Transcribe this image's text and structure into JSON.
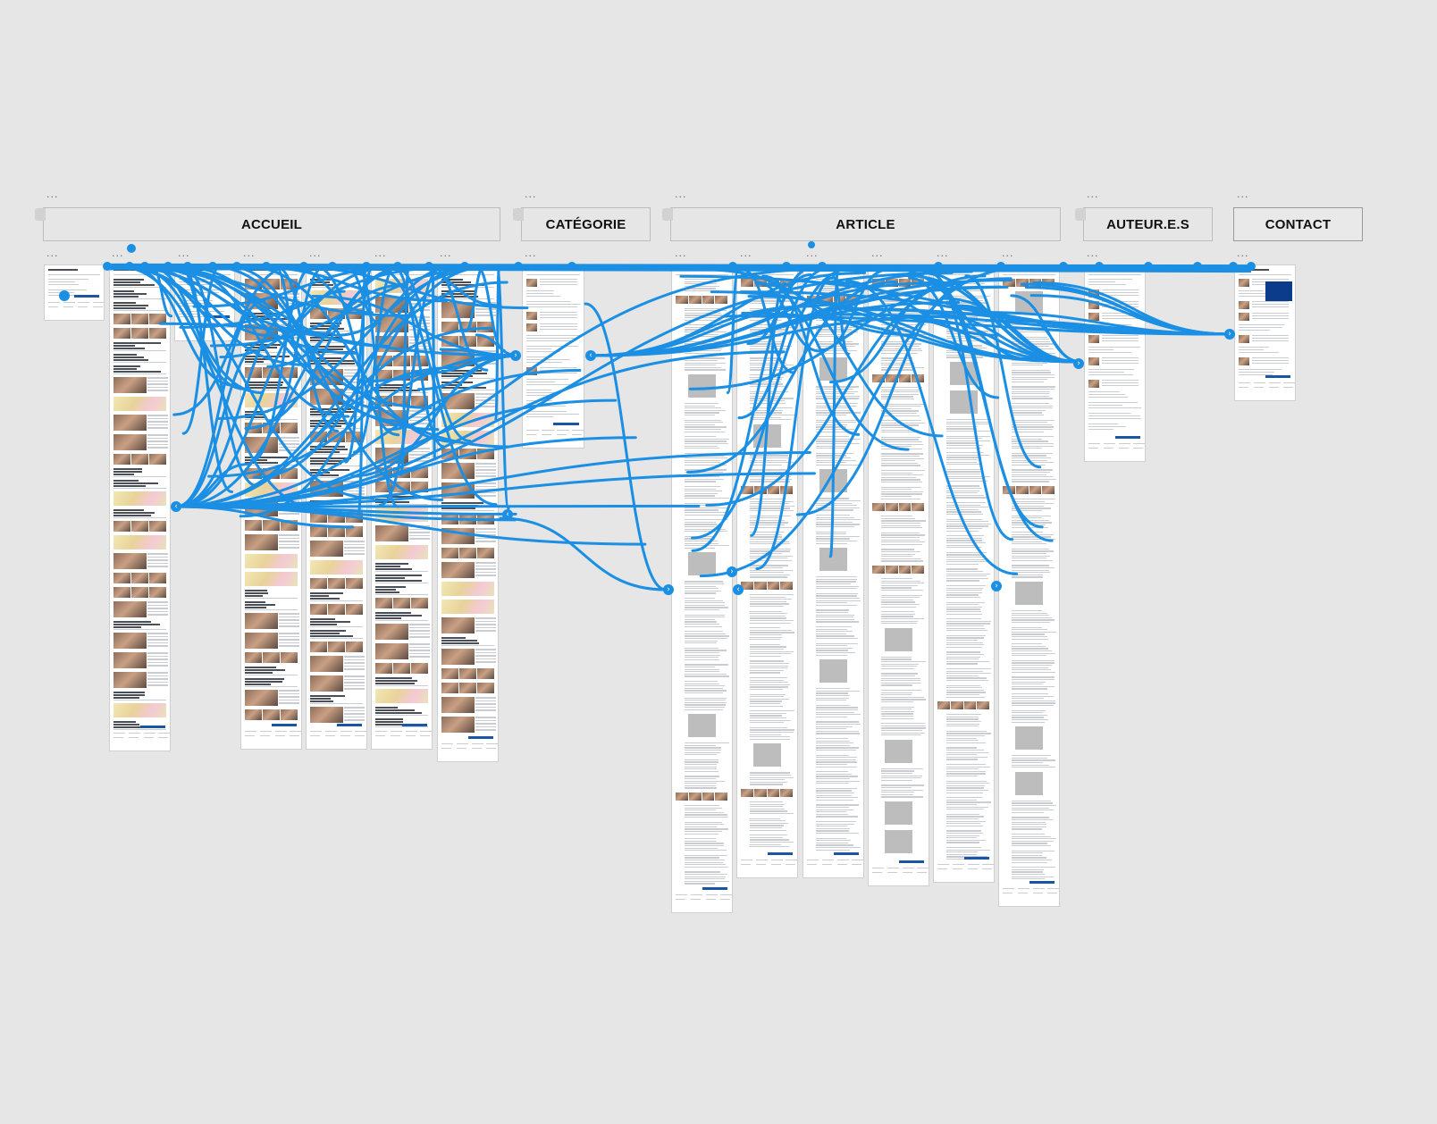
{
  "sections": [
    {
      "id": "accueil",
      "label": "ACCUEIL"
    },
    {
      "id": "categorie",
      "label": "CATÉGORIE"
    },
    {
      "id": "article",
      "label": "ARTICLE"
    },
    {
      "id": "auteurs",
      "label": "AUTEUR.E.S"
    },
    {
      "id": "contact",
      "label": "CONTACT"
    }
  ],
  "selected_section": "contact",
  "ellipsis": "...",
  "colors": {
    "canvas": "#e6e6e6",
    "wire": "#1a8fe3",
    "accent": "#1a56a6",
    "header_border": "#bdbdbd"
  },
  "icons": {
    "handle_right": "chevron-right-icon",
    "handle_left": "chevron-left-icon",
    "more": "ellipsis-icon"
  }
}
